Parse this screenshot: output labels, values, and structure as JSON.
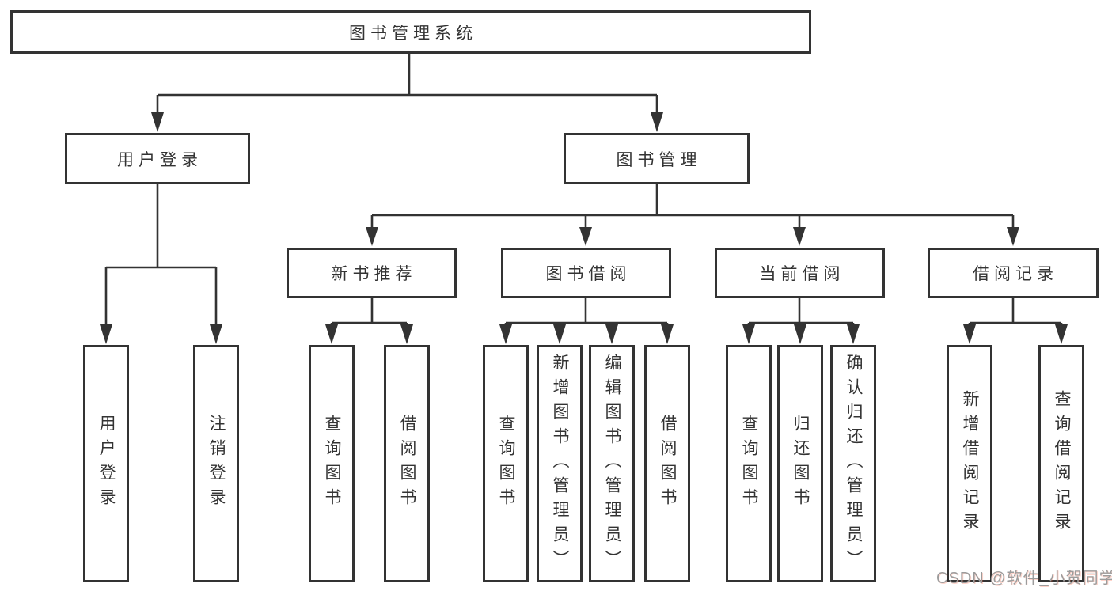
{
  "nodes": {
    "root": {
      "label": "图书管理系统"
    },
    "user_login": {
      "label": "用户登录",
      "children": [
        {
          "label": "用户登录"
        },
        {
          "label": "注销登录"
        }
      ]
    },
    "book_mgmt": {
      "label": "图书管理",
      "children": [
        {
          "label": "新书推荐",
          "children": [
            {
              "label": "查询图书"
            },
            {
              "label": "借阅图书"
            }
          ]
        },
        {
          "label": "图书借阅",
          "children": [
            {
              "label": "查询图书"
            },
            {
              "label": "新增图书（管理员）"
            },
            {
              "label": "编辑图书（管理员）"
            },
            {
              "label": "借阅图书"
            }
          ]
        },
        {
          "label": "当前借阅",
          "children": [
            {
              "label": "查询图书"
            },
            {
              "label": "归还图书"
            },
            {
              "label": "确认归还（管理员）"
            }
          ]
        },
        {
          "label": "借阅记录",
          "children": [
            {
              "label": "新增借阅记录"
            },
            {
              "label": "查询借阅记录"
            }
          ]
        }
      ]
    }
  },
  "watermark": {
    "text": "CSDN @软件_小贺同学"
  },
  "colors": {
    "line": "#333333",
    "border": "#333333",
    "text": "#333333",
    "background": "#ffffff",
    "watermark": "#9c9c9c",
    "watermark_accent": "#fc5531"
  }
}
